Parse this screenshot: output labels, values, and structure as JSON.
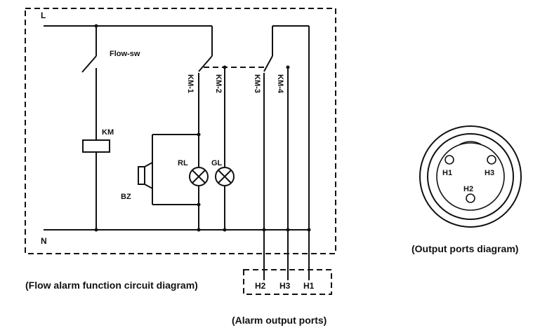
{
  "circuit": {
    "line_L": "L",
    "line_N": "N",
    "flow_switch": "Flow-sw",
    "relay_coil": "KM",
    "contacts": [
      "KM-1",
      "KM-2",
      "KM-3",
      "KM-4"
    ],
    "red_lamp": "RL",
    "green_lamp": "GL",
    "buzzer": "BZ",
    "caption": "(Flow alarm function circuit diagram)"
  },
  "alarm_ports": {
    "labels": [
      "H2",
      "H3",
      "H1"
    ],
    "caption": "(Alarm output  ports)"
  },
  "connector": {
    "pins": [
      "H1",
      "H3",
      "H2"
    ],
    "caption": "(Output ports diagram)"
  }
}
